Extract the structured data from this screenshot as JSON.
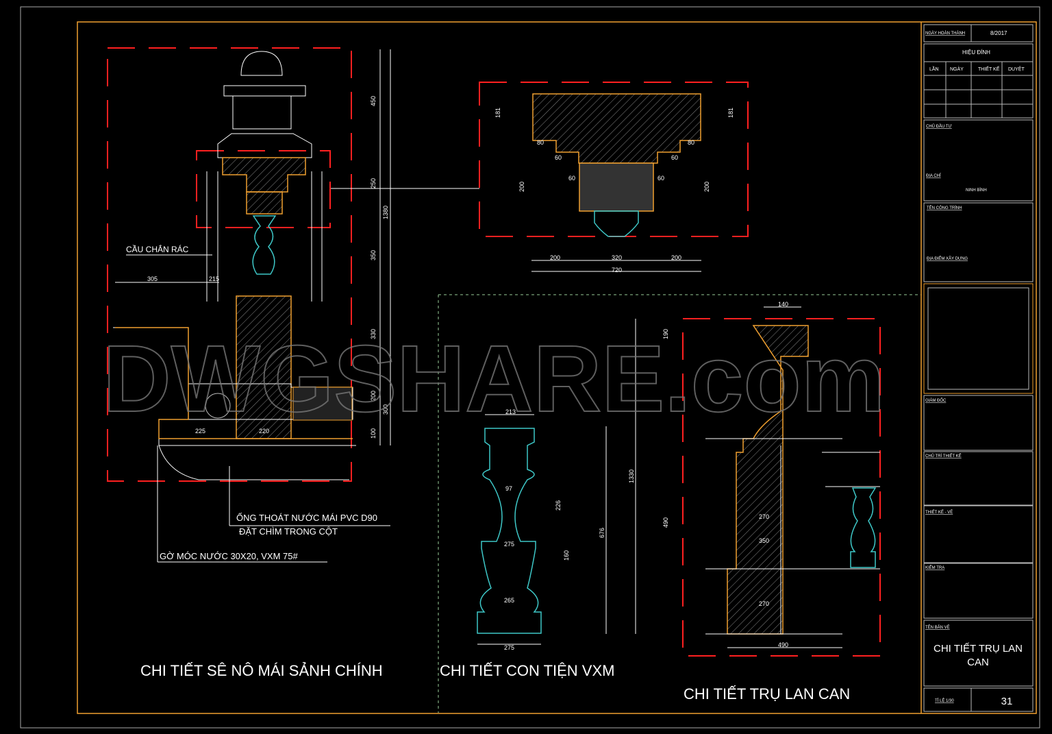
{
  "drawing_titles": {
    "gutter": "CHI TIẾT SÊ NÔ MÁI SẢNH CHÍNH",
    "baluster": "CHI TIẾT CON TIỆN VXM",
    "column": "CHI TIẾT TRỤ LAN CAN"
  },
  "annotations": {
    "trash_guard": "CẦU CHẮN RÁC",
    "pipe_line1": "ỐNG THOÁT NƯỚC MÁI PVC D90",
    "pipe_line2": "ĐẶT CHÌM TRONG CỘT",
    "drip": "GỜ MÓC NƯỚC 30X20, VXM 75#"
  },
  "watermark": "DWGSHARE.com",
  "dimensions": {
    "gutter": [
      "450",
      "250",
      "1380",
      "350",
      "330",
      "300",
      "200",
      "100",
      "305",
      "215",
      "225",
      "220"
    ],
    "cap": [
      "181",
      "181",
      "80",
      "80",
      "60",
      "60",
      "60",
      "60",
      "200",
      "200",
      "200",
      "320",
      "200",
      "720"
    ],
    "baluster": [
      "213",
      "97",
      "275",
      "265",
      "275",
      "676",
      "226",
      "160"
    ],
    "column": [
      "140",
      "190",
      "1330",
      "490",
      "270",
      "350",
      "270",
      "490"
    ]
  },
  "title_block": {
    "completion_label": "NGÀY HOÀN THÀNH",
    "completion_date": "8/2017",
    "revision": "HIỆU ĐÍNH",
    "rev_cols": [
      "LẦN",
      "NGÀY",
      "THIẾT KẾ",
      "DUYỆT"
    ],
    "investor": "CHỦ ĐẦU TƯ",
    "address": "ĐỊA CHỈ",
    "address_value": "NINH BÌNH",
    "project": "TÊN CÔNG TRÌNH",
    "location": "ĐỊA ĐIỂM XÂY DỰNG",
    "director": "GIÁM ĐỐC",
    "lead": "CHỦ TRÌ THIẾT KẾ",
    "designer": "THIẾT KẾ - VẼ",
    "checker": "KIỂM TRA",
    "sheet_name_label": "TÊN BẢN VẼ",
    "sheet_name_1": "CHI TIẾT TRỤ LAN",
    "sheet_name_2": "CAN",
    "scale": "TỈ LỆ 1/30",
    "sheet_no": "31"
  }
}
